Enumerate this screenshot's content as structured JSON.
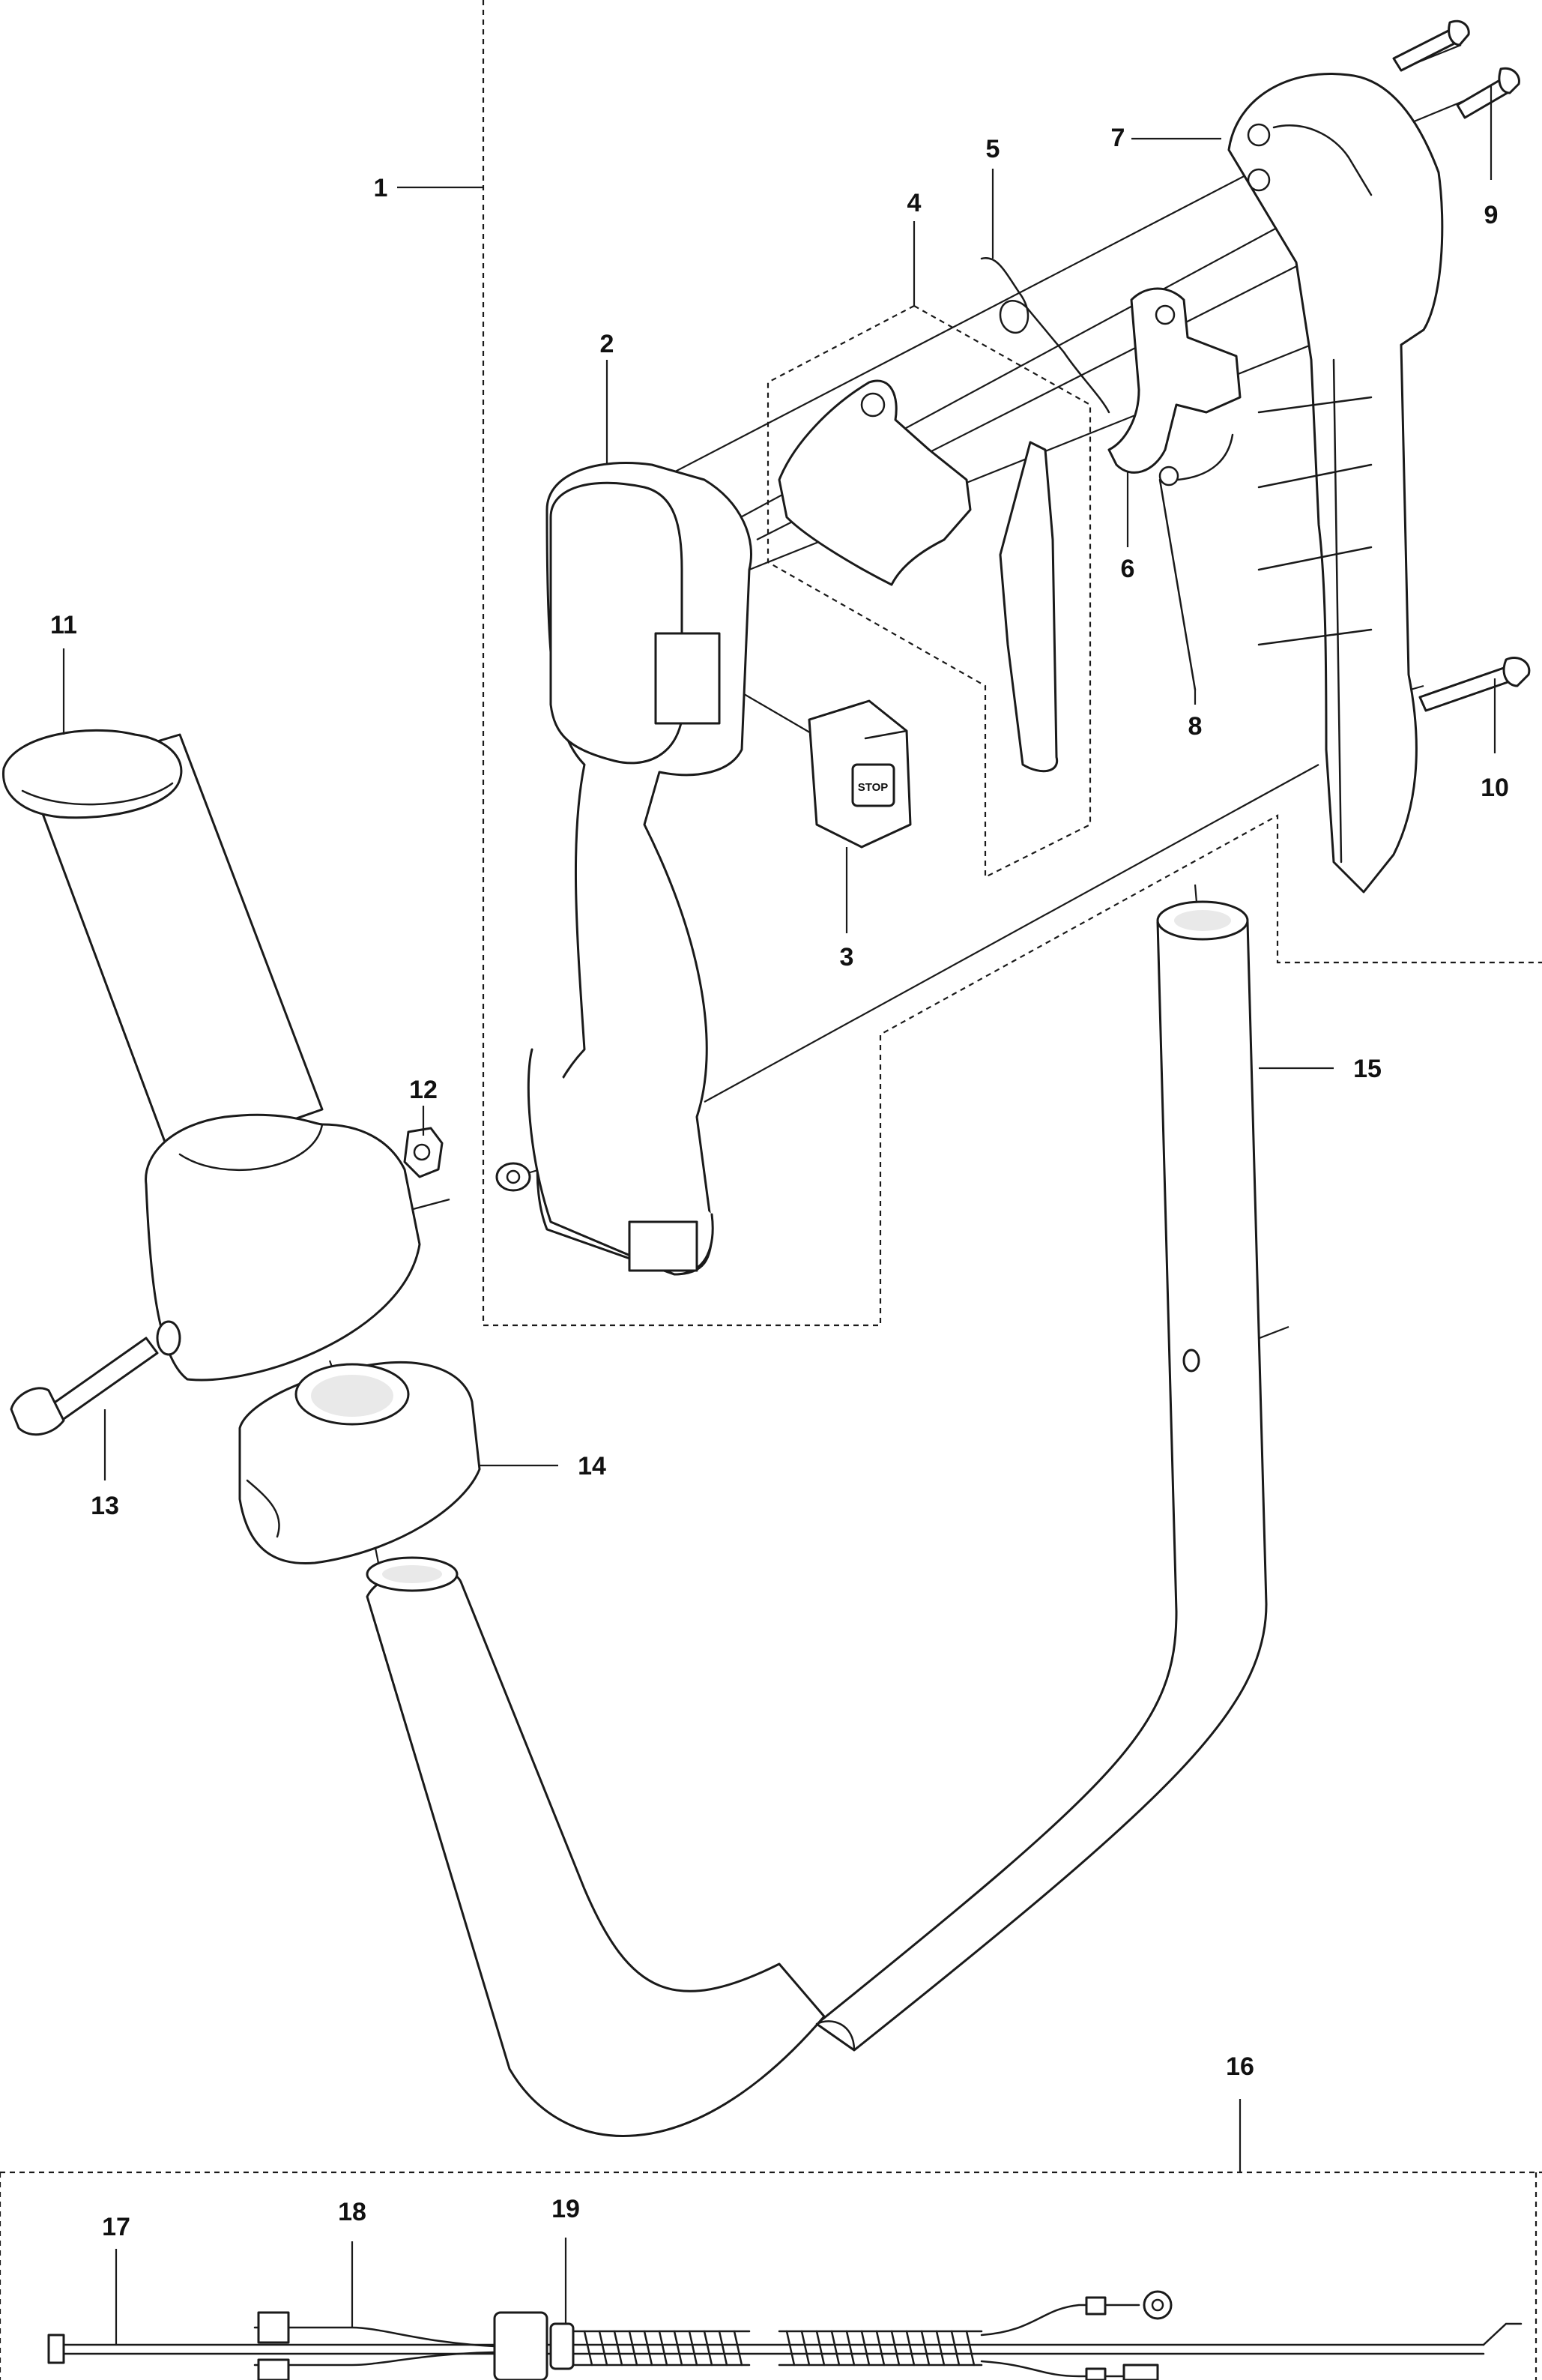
{
  "callouts": [
    {
      "id": "1",
      "text": "1"
    },
    {
      "id": "2",
      "text": "2"
    },
    {
      "id": "3",
      "text": "3"
    },
    {
      "id": "4",
      "text": "4"
    },
    {
      "id": "5",
      "text": "5"
    },
    {
      "id": "6",
      "text": "6"
    },
    {
      "id": "7",
      "text": "7"
    },
    {
      "id": "8",
      "text": "8"
    },
    {
      "id": "9",
      "text": "9"
    },
    {
      "id": "10",
      "text": "10"
    },
    {
      "id": "11",
      "text": "11"
    },
    {
      "id": "12",
      "text": "12"
    },
    {
      "id": "13",
      "text": "13"
    },
    {
      "id": "14",
      "text": "14"
    },
    {
      "id": "15",
      "text": "15"
    },
    {
      "id": "16",
      "text": "16"
    },
    {
      "id": "17",
      "text": "17"
    },
    {
      "id": "18",
      "text": "18"
    },
    {
      "id": "19",
      "text": "19"
    }
  ],
  "switch_text": "STOP"
}
